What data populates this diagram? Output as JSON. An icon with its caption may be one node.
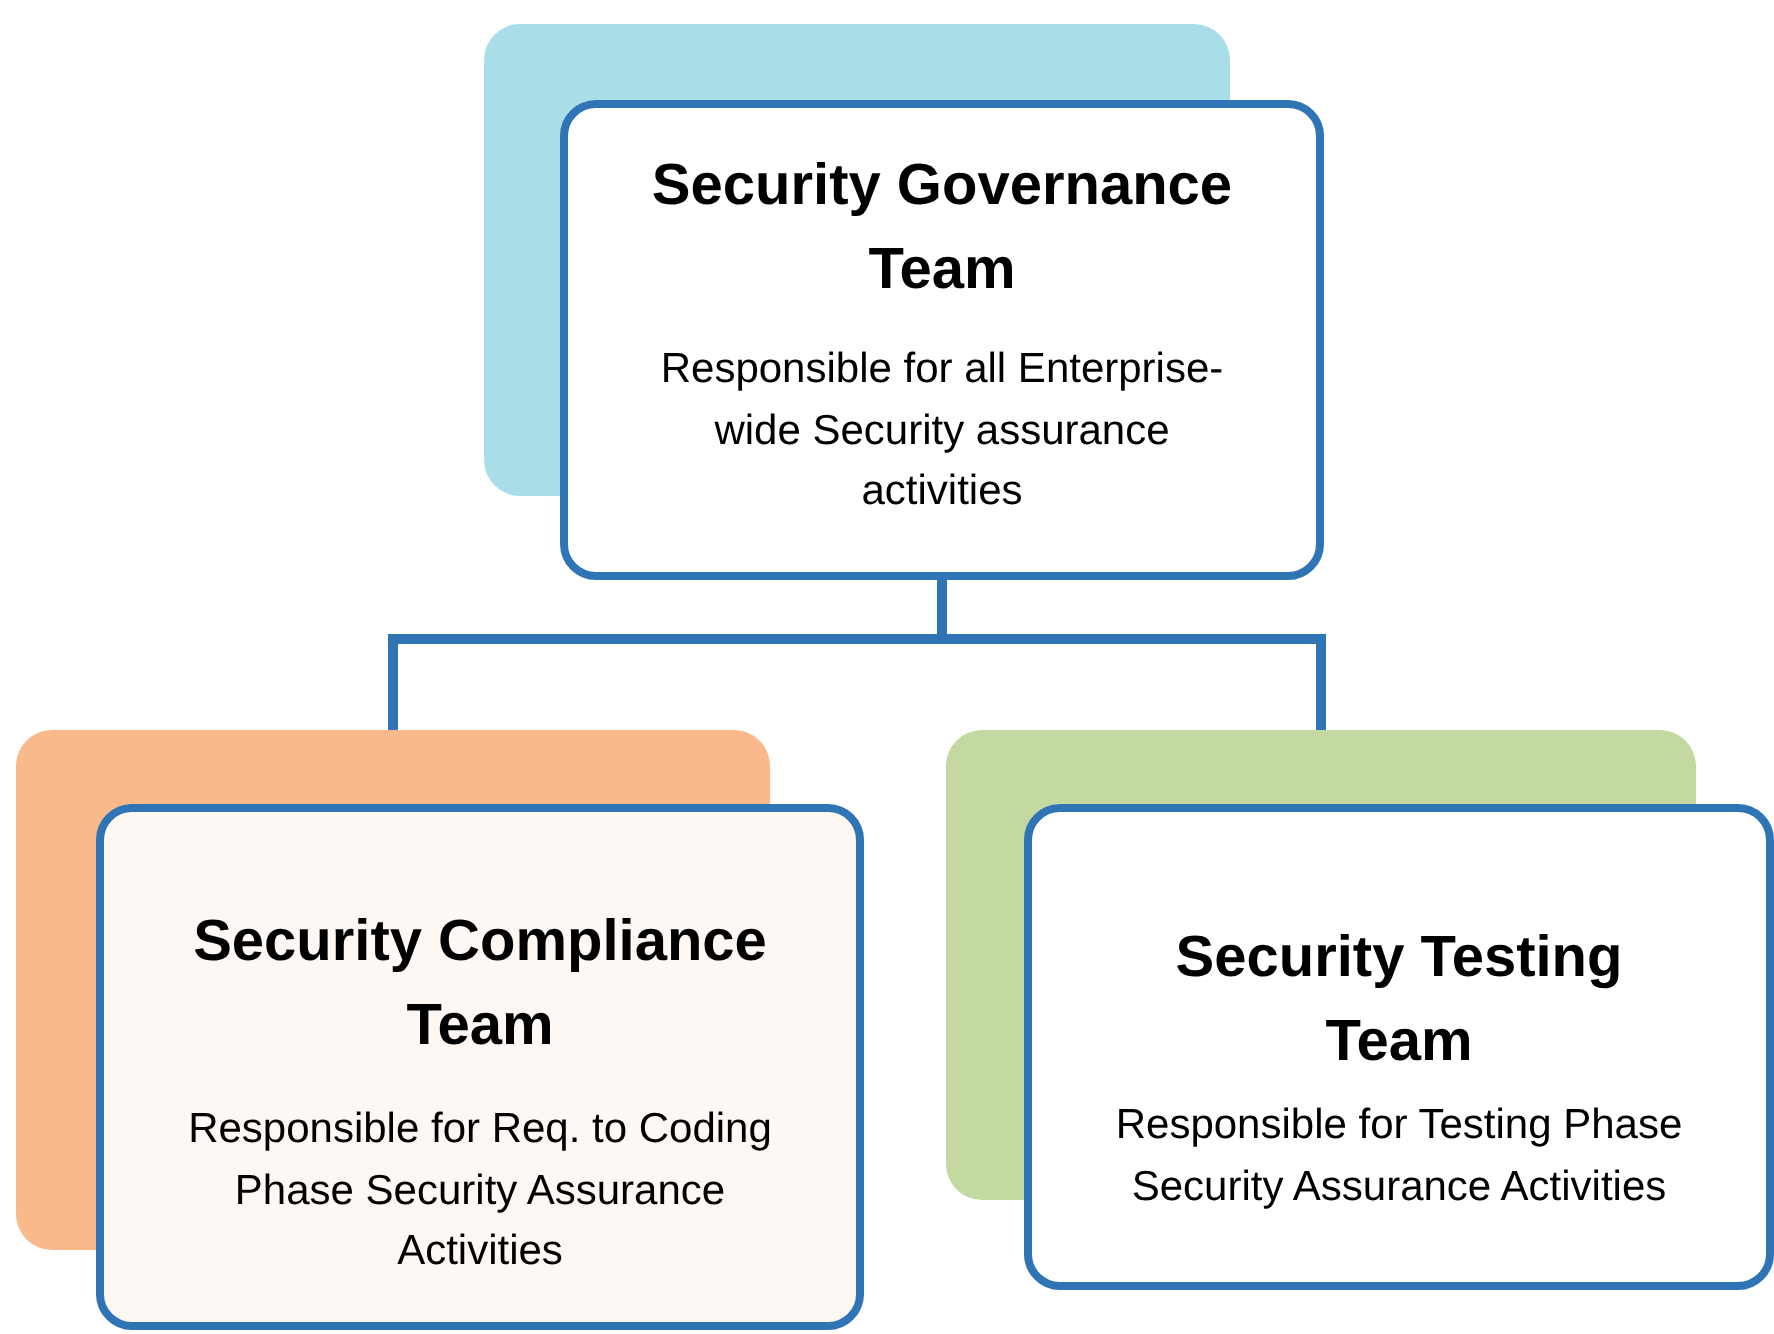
{
  "diagram": {
    "nodes": [
      {
        "text": [
          "Security Governance Team",
          "Responsible for all Enterprise-wide Security assurance activities"
        ]
      },
      {
        "text": [
          "Security Compliance Team",
          "Responsible for Req. to Coding Phase Security Assurance Activities"
        ]
      },
      {
        "text": [
          "Security Testing Team",
          "Responsible for Testing Phase Security Assurance Activities"
        ]
      }
    ],
    "edges": [
      {
        "from": 0,
        "to": 1,
        "arrow": "none"
      },
      {
        "from": 0,
        "to": 2,
        "arrow": "none"
      }
    ]
  }
}
